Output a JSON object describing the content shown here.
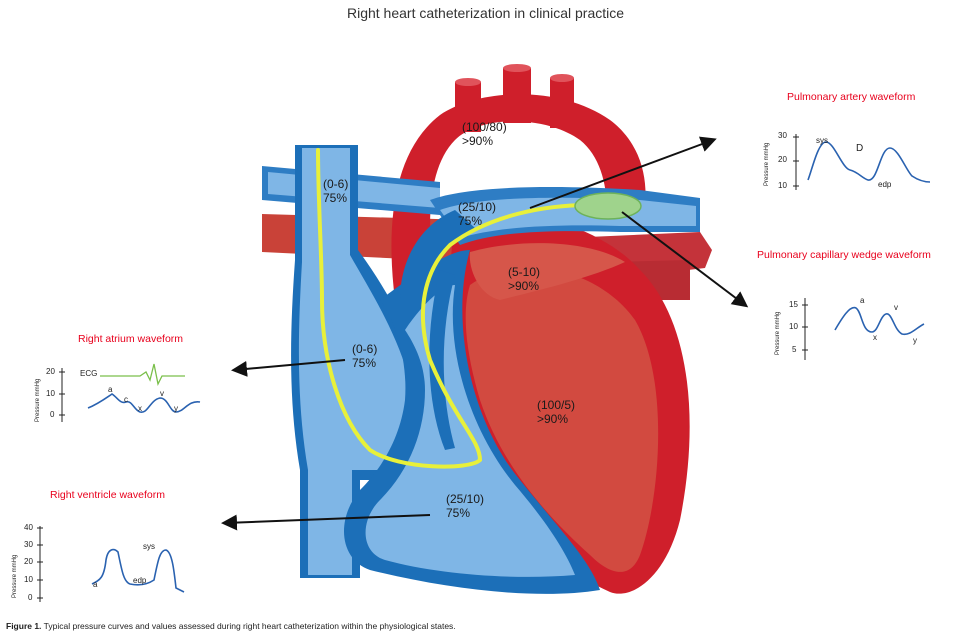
{
  "title": "Right heart catheterization in clinical practice",
  "caption": {
    "label": "Figure 1.",
    "text": "Typical pressure curves and values assessed during right heart catheterization within the physiological states."
  },
  "colors": {
    "right_heart": "#7fb6e6",
    "right_heart_dark": "#1c6fb8",
    "left_heart": "#cf1f2b",
    "left_heart_inner": "#d24a40",
    "catheter": "#e8f03a",
    "wedge_balloon": "#9fd38c",
    "waveform_title": "#e8001c",
    "waveform_line": "#2a62b0",
    "ecg_line": "#7abf4a"
  },
  "chamber_values": {
    "aorta": {
      "pressure": "(100/80)",
      "saturation": ">90%"
    },
    "svc": {
      "pressure": "(0-6)",
      "saturation": "75%"
    },
    "pulmonary_artery": {
      "pressure": "(25/10)",
      "saturation": "75%"
    },
    "left_atrium": {
      "pressure": "(5-10)",
      "saturation": ">90%"
    },
    "right_atrium": {
      "pressure": "(0-6)",
      "saturation": "75%"
    },
    "left_ventricle": {
      "pressure": "(100/5)",
      "saturation": ">90%"
    },
    "right_ventricle": {
      "pressure": "(25/10)",
      "saturation": "75%"
    }
  },
  "waveforms": {
    "pulmonary_artery": {
      "title": "Pulmonary artery waveform",
      "ylabel": "Pressure mmHg",
      "ticks": [
        "30",
        "20",
        "10"
      ],
      "labels": {
        "sys": "sys",
        "d": "D",
        "edp": "edp"
      }
    },
    "pcwp": {
      "title": "Pulmonary capillary wedge  waveform",
      "ylabel": "Pressure mmHg",
      "ticks": [
        "15",
        "10",
        "5"
      ],
      "labels": {
        "a": "a",
        "v": "v",
        "x": "x",
        "y": "y"
      }
    },
    "right_atrium": {
      "title": "Right atrium waveform",
      "ylabel": "Pressure mmHg",
      "ticks": [
        "20",
        "10",
        "0"
      ],
      "labels": {
        "ecg": "ECG",
        "a": "a",
        "c": "c",
        "x": "x",
        "v": "v",
        "y": "y"
      }
    },
    "right_ventricle": {
      "title": "Right ventricle waveform",
      "ylabel": "Pressure mmHg",
      "ticks": [
        "40",
        "30",
        "20",
        "10",
        "0"
      ],
      "labels": {
        "sys": "sys",
        "edp": "edp",
        "a": "a"
      }
    }
  }
}
